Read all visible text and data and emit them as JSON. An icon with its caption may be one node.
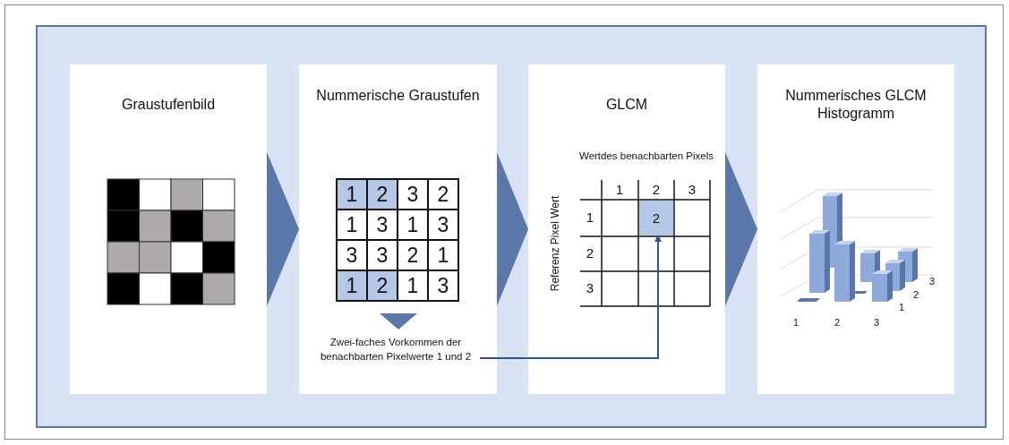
{
  "diagram": {
    "nodes": [
      {
        "text": [
          "Graustufenbild"
        ]
      },
      {
        "text": [
          "Nummerische Graustufen"
        ]
      },
      {
        "text": [
          "GLCM"
        ]
      },
      {
        "text": [
          "Nummerisches GLCM Histogramm"
        ]
      },
      {
        "text": [
          "Zwei-faches Vorkommen der benachbarten Pixelwerte 1 und 2"
        ],
        "in": 1
      },
      {
        "text": [
          "2"
        ],
        "in": 2
      }
    ],
    "edges": [
      {
        "from": 0,
        "to": 1,
        "arrow": "to"
      },
      {
        "from": 1,
        "to": 2,
        "arrow": "to"
      },
      {
        "from": 2,
        "to": 3,
        "arrow": "to"
      },
      {
        "from": 4,
        "to": 5,
        "arrow": "to"
      }
    ],
    "labels": [
      "1",
      "2",
      "3",
      "2",
      "1",
      "3",
      "1",
      "3",
      "3",
      "3",
      "2",
      "1",
      "1",
      "2",
      "1",
      "3",
      "Wertdes benachbarten Pixels",
      "Referenz Pixel Wert",
      "1",
      "2",
      "3",
      "1",
      "2",
      "3",
      "1",
      "2",
      "3",
      "1",
      "2",
      "3"
    ]
  }
}
